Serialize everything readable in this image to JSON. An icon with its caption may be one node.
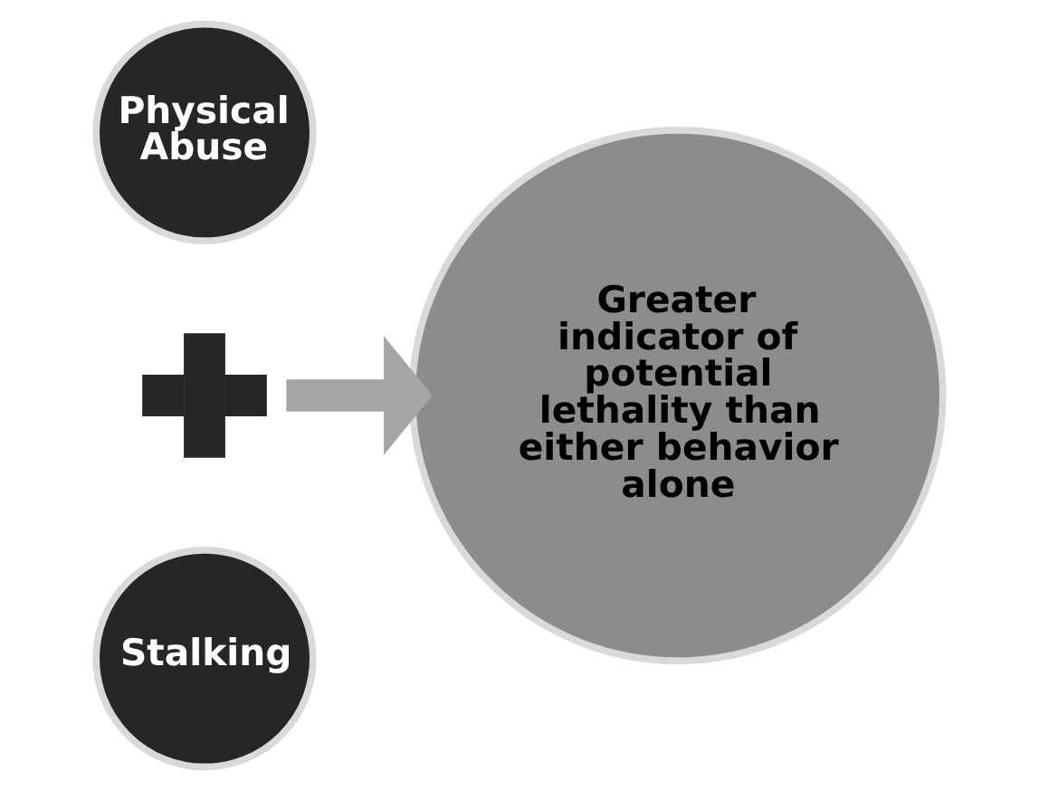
{
  "diagram": {
    "nodes": [
      {
        "text": [
          "Physical Abuse"
        ]
      },
      {
        "text": [],
        "shape": "plus"
      },
      {
        "text": [
          "Stalking"
        ]
      },
      {
        "text": [
          "Greater indicator of potential lethality than either behavior alone"
        ]
      }
    ],
    "edges": [
      {
        "from": 1,
        "to": 3,
        "arrow": "to"
      }
    ]
  }
}
